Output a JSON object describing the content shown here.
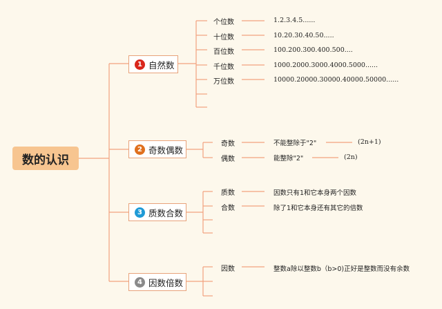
{
  "colors": {
    "line": "#f2a17e",
    "root_bg": "#f7c590",
    "badge_1": "#d9261c",
    "badge_2": "#e0701e",
    "badge_3": "#1e9ad6",
    "badge_4": "#8a8a8a"
  },
  "root": {
    "label": "数的认识"
  },
  "branches": [
    {
      "badge": "1",
      "label": "自然数",
      "leaves": [
        {
          "label": "个位数",
          "desc": "1.2.3.4.5......"
        },
        {
          "label": "十位数",
          "desc": "10.20.30.40.50....."
        },
        {
          "label": "百位数",
          "desc": "100.200.300.400.500...."
        },
        {
          "label": "千位数",
          "desc": "1000.2000.3000.4000.5000......"
        },
        {
          "label": "万位数",
          "desc": "10000.20000.30000.40000.50000......"
        }
      ]
    },
    {
      "badge": "2",
      "label": "奇数偶数",
      "leaves": [
        {
          "label": "奇数",
          "desc": "不能整除于\"2\"",
          "extra": "(2n+1)"
        },
        {
          "label": "偶数",
          "desc": "能整除\"2\"",
          "extra": "(2n)"
        }
      ]
    },
    {
      "badge": "3",
      "label": "质数合数",
      "leaves": [
        {
          "label": "质数",
          "desc": "因数只有1和它本身两个因数"
        },
        {
          "label": "合数",
          "desc": "除了1和它本身还有其它的倍数"
        }
      ]
    },
    {
      "badge": "4",
      "label": "因数倍数",
      "leaves": [
        {
          "label": "因数",
          "desc": "整数a除以整数b（b>0)正好是整数而没有余数"
        }
      ]
    }
  ]
}
